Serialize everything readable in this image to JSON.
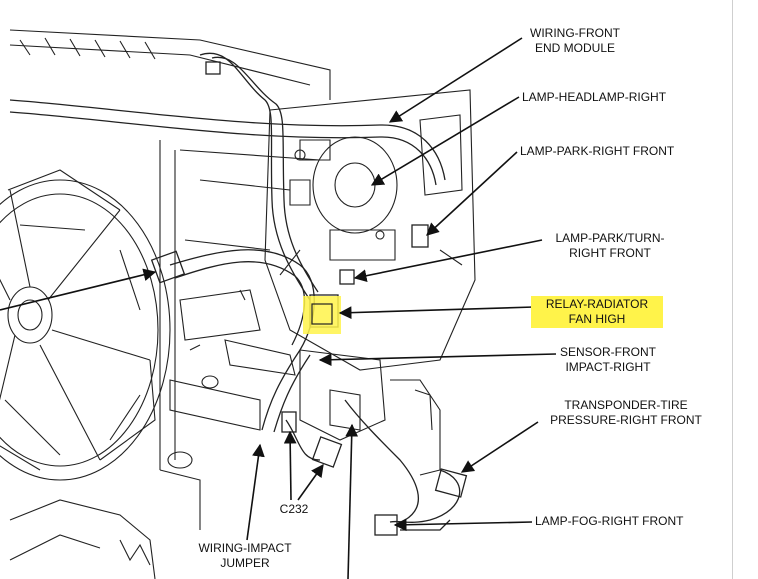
{
  "callouts": {
    "wiring_front_end_module": [
      "WIRING-FRONT",
      "END MODULE"
    ],
    "lamp_headlamp_right": [
      "LAMP-HEADLAMP-RIGHT"
    ],
    "lamp_park_right_front": [
      "LAMP-PARK-RIGHT FRONT"
    ],
    "lamp_park_turn_right_front": [
      "LAMP-PARK/TURN-",
      "RIGHT FRONT"
    ],
    "relay_radiator_fan_high": [
      "RELAY-RADIATOR",
      "FAN HIGH"
    ],
    "sensor_front_impact_right": [
      "SENSOR-FRONT",
      "IMPACT-RIGHT"
    ],
    "transponder_tire_pressure": [
      "TRANSPONDER-TIRE",
      "PRESSURE-RIGHT FRONT"
    ],
    "lamp_fog_right_front": [
      "LAMP-FOG-RIGHT FRONT"
    ],
    "c232": [
      "C232"
    ],
    "wiring_impact_jumper": [
      "WIRING-IMPACT",
      "JUMPER"
    ]
  },
  "highlight_color": "#fff34a",
  "line_color": "#111111"
}
